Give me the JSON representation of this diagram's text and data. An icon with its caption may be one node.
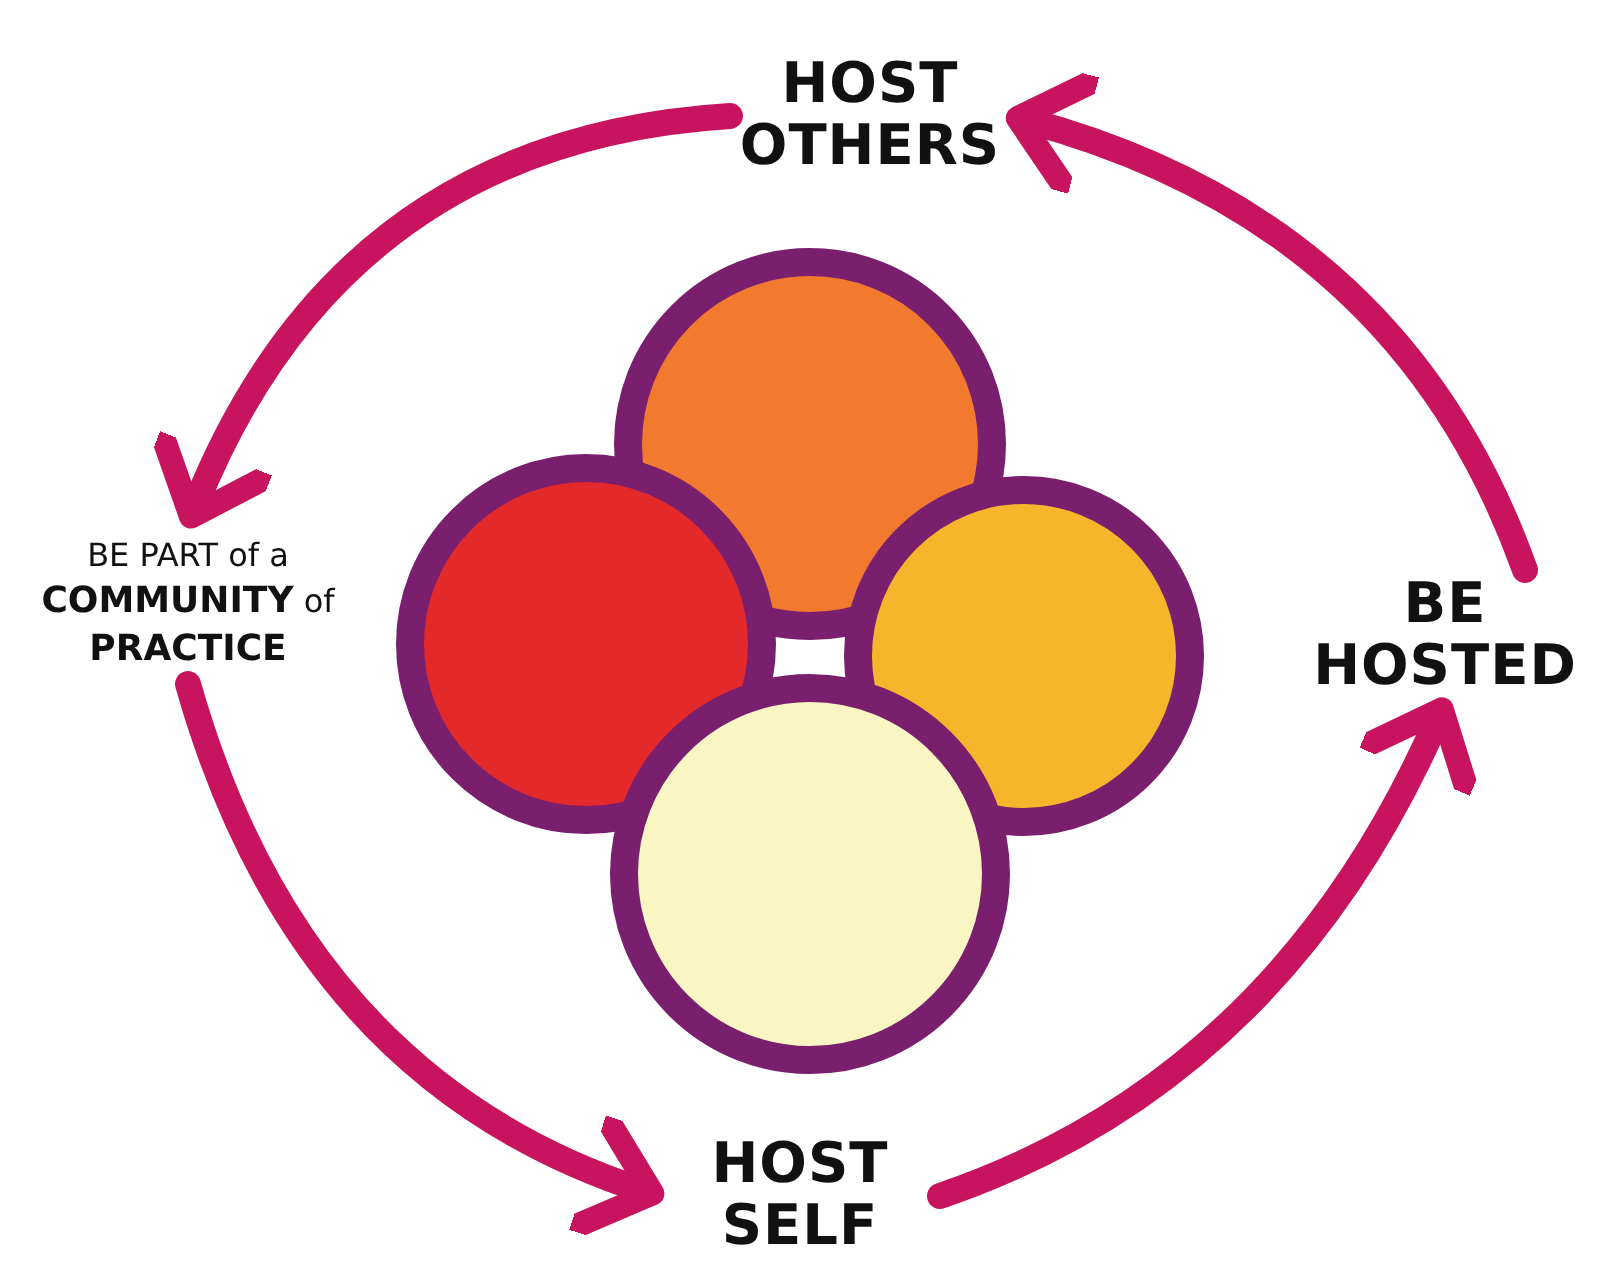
{
  "diagram": {
    "nodes": [
      {
        "text": [
          "HOST OTHERS"
        ]
      },
      {
        "text": [
          "BE HOSTED"
        ]
      },
      {
        "text": [
          "HOST SELF"
        ]
      },
      {
        "text": [
          "BE PART of a **COMMUNITY** of **PRACTICE**"
        ]
      },
      {
        "text": [],
        "shape": "circle"
      },
      {
        "text": [],
        "shape": "circle"
      },
      {
        "text": [],
        "shape": "circle"
      },
      {
        "text": [],
        "shape": "circle"
      }
    ],
    "edges": [
      {
        "from": 1,
        "to": 0,
        "arrow": "to"
      },
      {
        "from": 0,
        "to": 3,
        "arrow": "to"
      },
      {
        "from": 3,
        "to": 2,
        "arrow": "to"
      },
      {
        "from": 2,
        "to": 1,
        "arrow": "to"
      }
    ]
  }
}
